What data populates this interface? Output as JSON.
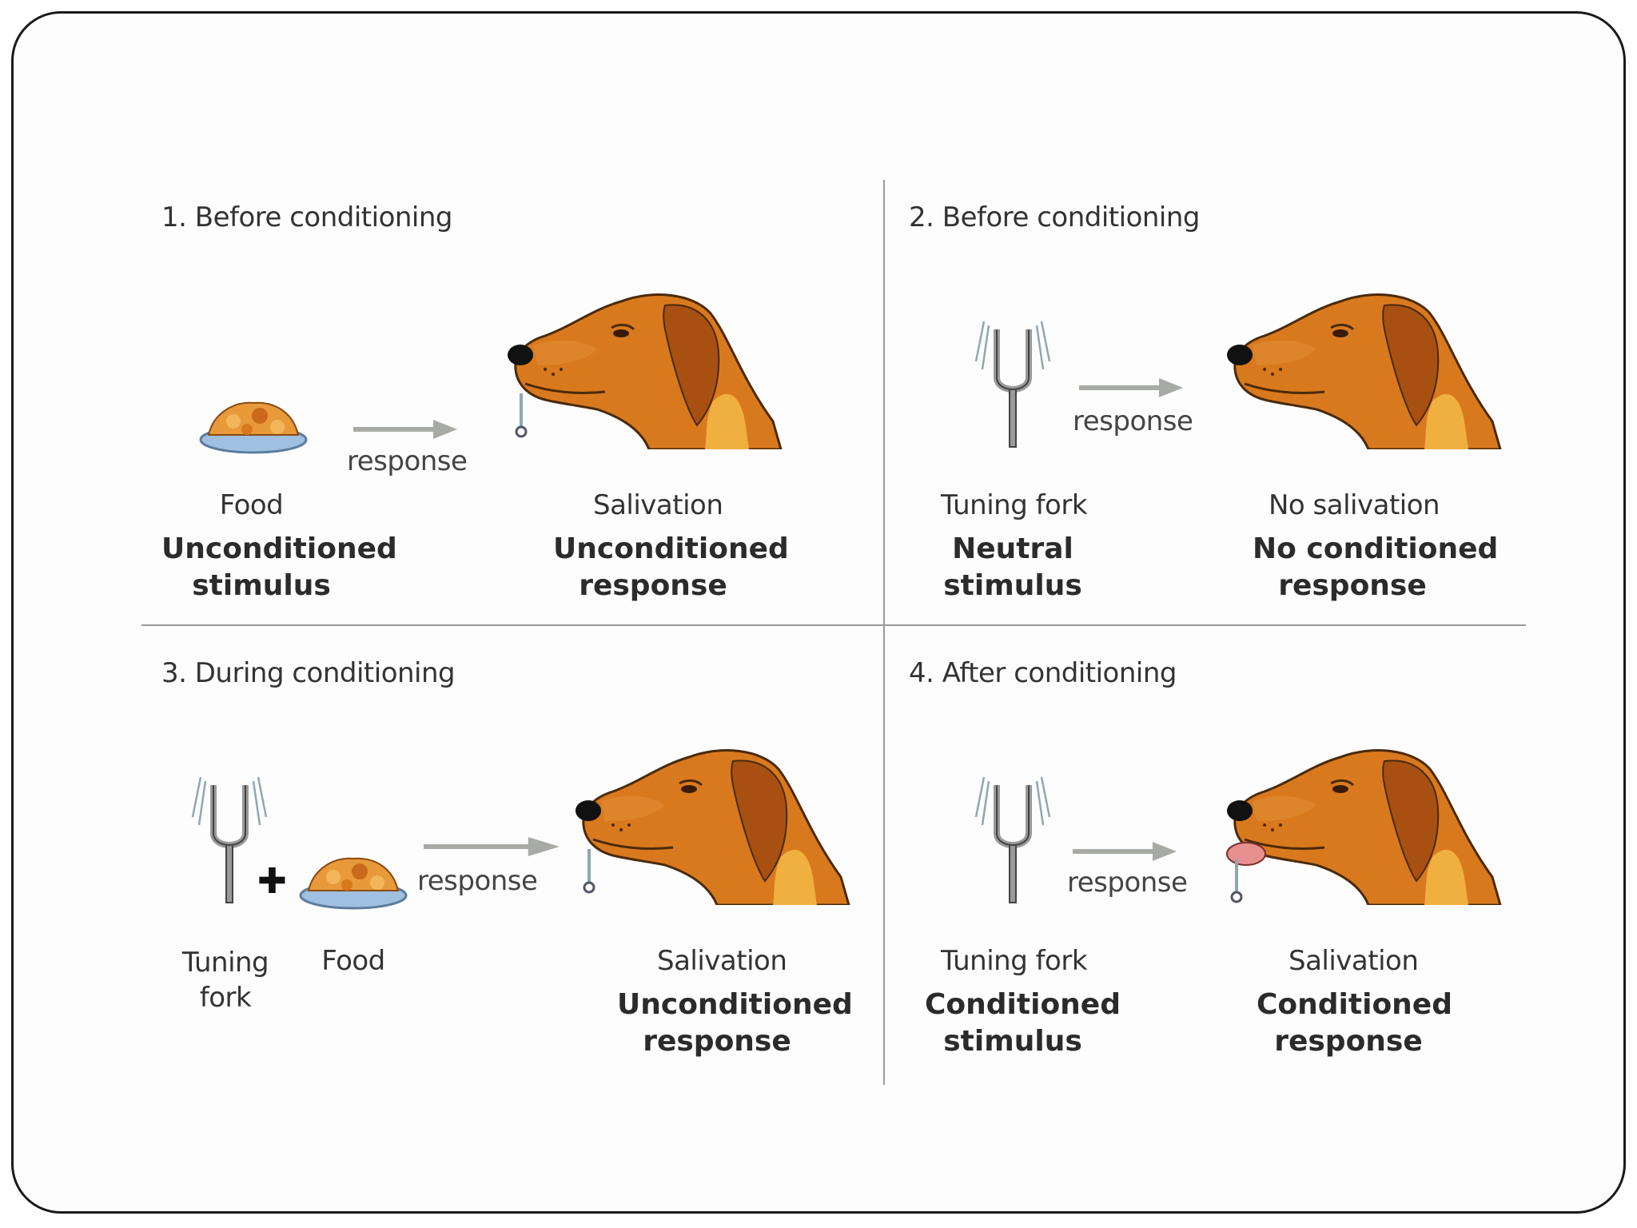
{
  "colors": {
    "frame": "#1a1a1a",
    "divider": "#9a9a9a",
    "dog_fur": "#d9791e",
    "dog_fur_dark": "#a85012",
    "dog_fur_light": "#f0b040",
    "food": "#e89a3a",
    "bowl": "#9fc0e0",
    "fork": "#9a9a9a",
    "arrow": "#a8aaa5"
  },
  "panels": [
    {
      "title": "1. Before conditioning",
      "stimulus_label": "Food",
      "stimulus_bold": [
        "Unconditioned",
        "stimulus"
      ],
      "arrow_label": "response",
      "outcome_label": "Salivation",
      "outcome_bold": [
        "Unconditioned",
        "response"
      ]
    },
    {
      "title": "2. Before conditioning",
      "stimulus_label": "Tuning fork",
      "stimulus_bold": [
        "Neutral",
        "stimulus"
      ],
      "arrow_label": "response",
      "outcome_label": "No salivation",
      "outcome_bold": [
        "No conditioned",
        "response"
      ]
    },
    {
      "title": "3. During conditioning",
      "stimulus_label_a": [
        "Tuning",
        "fork"
      ],
      "stimulus_label_b": "Food",
      "arrow_label": "response",
      "outcome_label": "Salivation",
      "outcome_bold": [
        "Unconditioned",
        "response"
      ]
    },
    {
      "title": "4. After conditioning",
      "stimulus_label": "Tuning fork",
      "stimulus_bold": [
        "Conditioned",
        "stimulus"
      ],
      "arrow_label": "response",
      "outcome_label": "Salivation",
      "outcome_bold": [
        "Conditioned",
        "response"
      ]
    }
  ]
}
